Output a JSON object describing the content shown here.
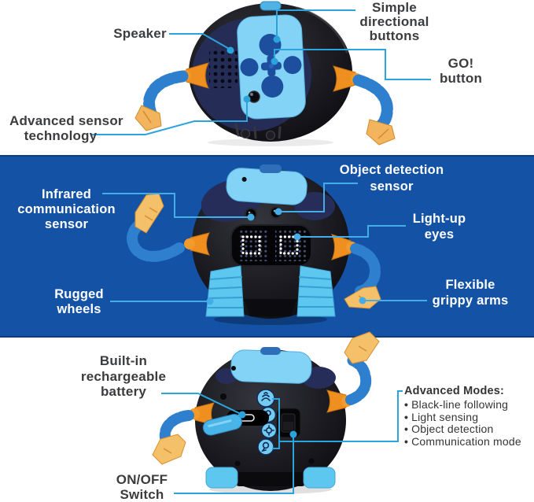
{
  "panels": {
    "top": {
      "labels": {
        "speaker": "Speaker",
        "directional": [
          "Simple",
          "directional",
          "buttons"
        ],
        "go": [
          "GO!",
          "button"
        ],
        "advanced_sensor": [
          "Advanced sensor",
          "technology"
        ]
      }
    },
    "middle": {
      "labels": {
        "infrared": [
          "Infrared",
          "communication",
          "sensor"
        ],
        "object_detection": [
          "Object detection",
          "sensor"
        ],
        "light_up": [
          "Light-up",
          "eyes"
        ],
        "rugged": [
          "Rugged",
          "wheels"
        ],
        "flexible": [
          "Flexible",
          "grippy arms"
        ]
      }
    },
    "bottom": {
      "labels": {
        "battery": [
          "Built-in",
          "rechargeable",
          "battery"
        ],
        "advanced_modes_title": "Advanced Modes:",
        "advanced_modes_items": [
          "Black-line following",
          "Light sensing",
          "Object detection",
          "Communication mode"
        ],
        "bullet": "•",
        "onoff": [
          "ON/OFF",
          "Switch"
        ]
      }
    }
  },
  "colors": {
    "panel_blue": "#1452a5",
    "panel_divider": "#0d3f7f",
    "callout_line": "#2ba4dd",
    "callout_line_on_blue": "#44ade8",
    "label_text_dark": "#3b3c3e",
    "label_text_light": "#ffffff",
    "robot_body_black": "#17171a",
    "robot_head_panel_blue": "#82d3f5",
    "robot_button_dark_blue": "#1d4f9e",
    "robot_arm_blue": "#2e7fcd",
    "robot_joint_orange": "#ef8f1f",
    "robot_claw_tan": "#f3b45e",
    "robot_track_blue": "#5ec7f0",
    "robot_speaker_navy": "#252c55"
  }
}
